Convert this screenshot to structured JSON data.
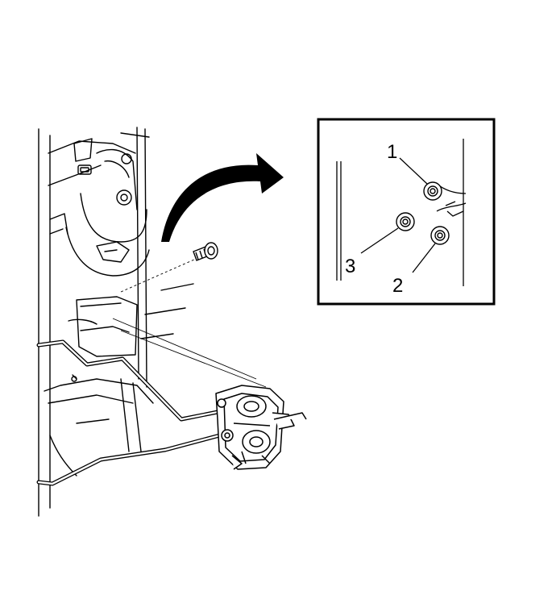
{
  "callouts": [
    {
      "label": "1",
      "part": "fastener-1"
    },
    {
      "label": "2",
      "part": "fastener-2"
    },
    {
      "label": "3",
      "part": "fastener-3"
    }
  ],
  "colors": {
    "line": "#000000",
    "background": "#ffffff",
    "arrow_fill": "#000000"
  }
}
